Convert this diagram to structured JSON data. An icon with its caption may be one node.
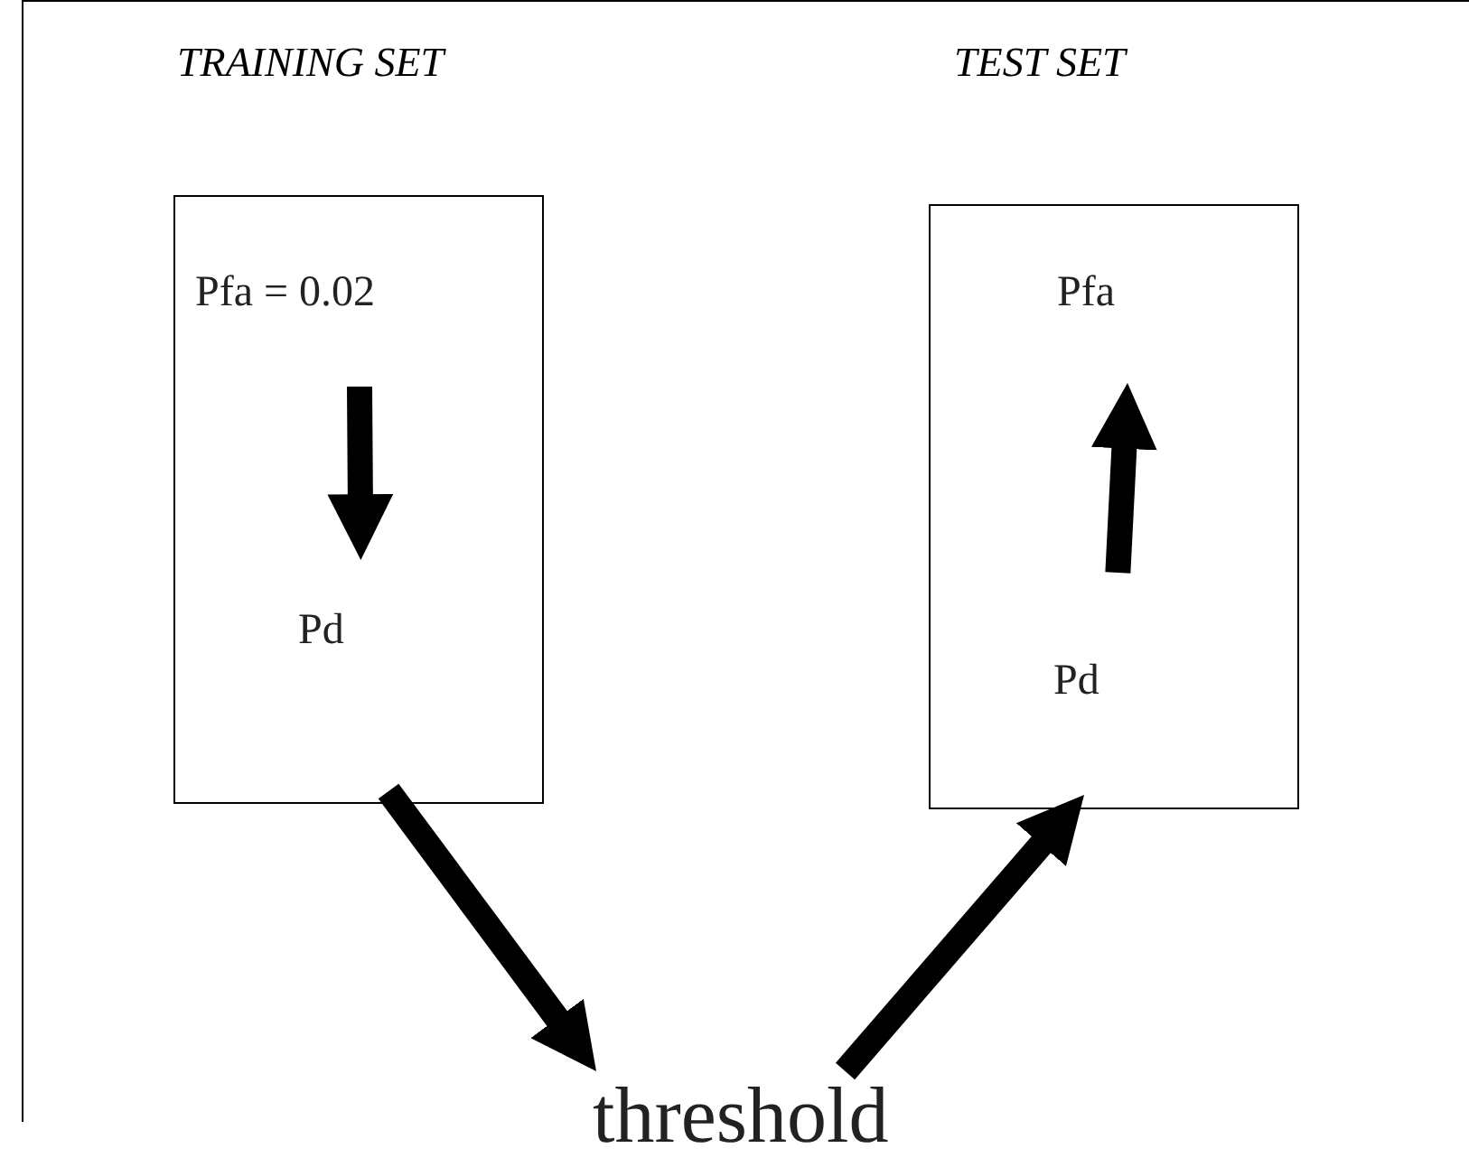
{
  "diagram": {
    "nodes": [
      {
        "text": [
          "TRAINING SET"
        ]
      },
      {
        "text": [
          "Pfa = 0.02"
        ],
        "in": 0
      },
      {
        "text": [
          "Pd"
        ],
        "in": 0
      },
      {
        "text": [
          "TEST SET"
        ]
      },
      {
        "text": [
          "Pfa"
        ],
        "in": 3
      },
      {
        "text": [
          "Pd"
        ],
        "in": 3
      },
      {
        "text": [
          "threshold"
        ]
      }
    ],
    "edges": [
      {
        "from": 1,
        "to": 2,
        "arrow": "to"
      },
      {
        "from": 5,
        "to": 4,
        "arrow": "to"
      },
      {
        "from": 0,
        "to": 6,
        "arrow": "to"
      },
      {
        "from": 6,
        "to": 3,
        "arrow": "to"
      }
    ]
  }
}
